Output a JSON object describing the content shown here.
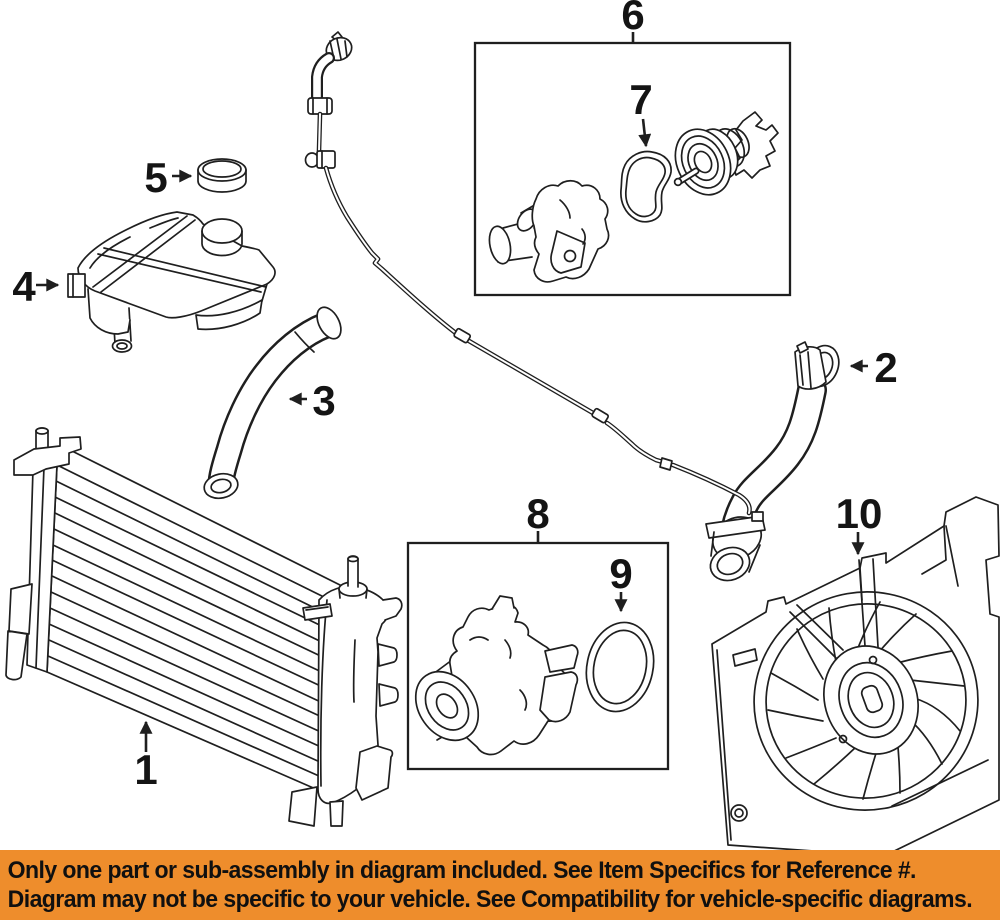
{
  "diagram": {
    "kind": "engine-cooling-parts-diagram",
    "callouts": {
      "c1": "1",
      "c2": "2",
      "c3": "3",
      "c4": "4",
      "c5": "5",
      "c6": "6",
      "c7": "7",
      "c8": "8",
      "c9": "9",
      "c10": "10"
    }
  },
  "banner": {
    "line1": "Only one part or sub-assembly in diagram included. See Item Specifics for Reference #.",
    "line2": "Diagram may not be specific to your vehicle. See Compatibility for vehicle-specific diagrams."
  },
  "colors": {
    "banner_bg": "#EE8D2C",
    "line_ink": "#1F1F1F",
    "background": "#FFFFFF"
  }
}
